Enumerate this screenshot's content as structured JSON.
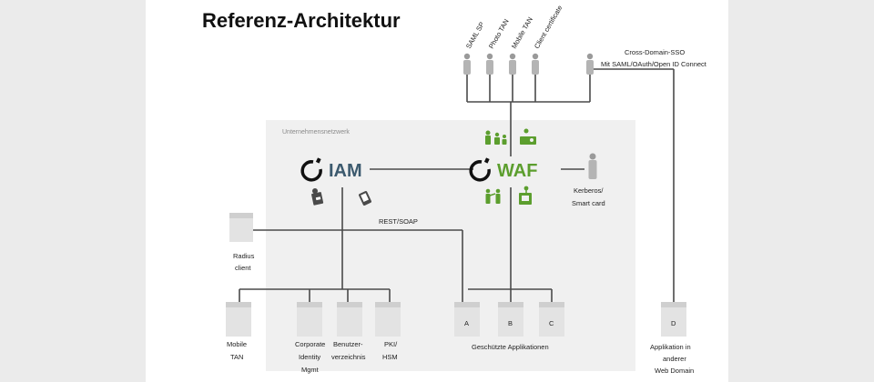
{
  "slide": {
    "title": "Referenz-Architektur",
    "zone_label": "Unternehmensnetzwerk"
  },
  "users": [
    {
      "label": "SAML SP"
    },
    {
      "label": "Photo TAN"
    },
    {
      "label": "Mobile TAN"
    },
    {
      "label": "Client certificate"
    }
  ],
  "sso": {
    "line1": "Cross-Domain-SSO",
    "line2": "Mit SAML/OAuth/Open ID Connect"
  },
  "iam": {
    "brand": "IAM",
    "logo_icon": "iam-logo-icon",
    "device_icons": [
      "card-device-icon",
      "phone-device-icon"
    ]
  },
  "waf": {
    "brand": "WAF",
    "logo_icon": "waf-logo-icon",
    "icon_color": "#5c9e2e",
    "icons_top": [
      "waf-users-group-icon",
      "waf-maintenance-icon"
    ],
    "icons_bottom": [
      "waf-fighting-icon",
      "waf-inspection-icon"
    ]
  },
  "kerberos": {
    "line1": "Kerberos/",
    "line2": "Smart card"
  },
  "rest_soap": "REST/SOAP",
  "radius": {
    "line1": "Radius",
    "line2": "client"
  },
  "backends": [
    {
      "lines": [
        "Mobile",
        "TAN"
      ]
    },
    {
      "lines": [
        "Corporate",
        "Identity",
        "Mgmt"
      ]
    },
    {
      "lines": [
        "Benutzer-",
        "verzeichnis"
      ]
    },
    {
      "lines": [
        "PKI/",
        "HSM"
      ]
    }
  ],
  "apps": {
    "letters": [
      "A",
      "B",
      "C"
    ],
    "caption": "Geschützte Applikationen"
  },
  "external_app": {
    "letter": "D",
    "lines": [
      "Applikation in",
      "anderer",
      "Web Domain"
    ]
  }
}
